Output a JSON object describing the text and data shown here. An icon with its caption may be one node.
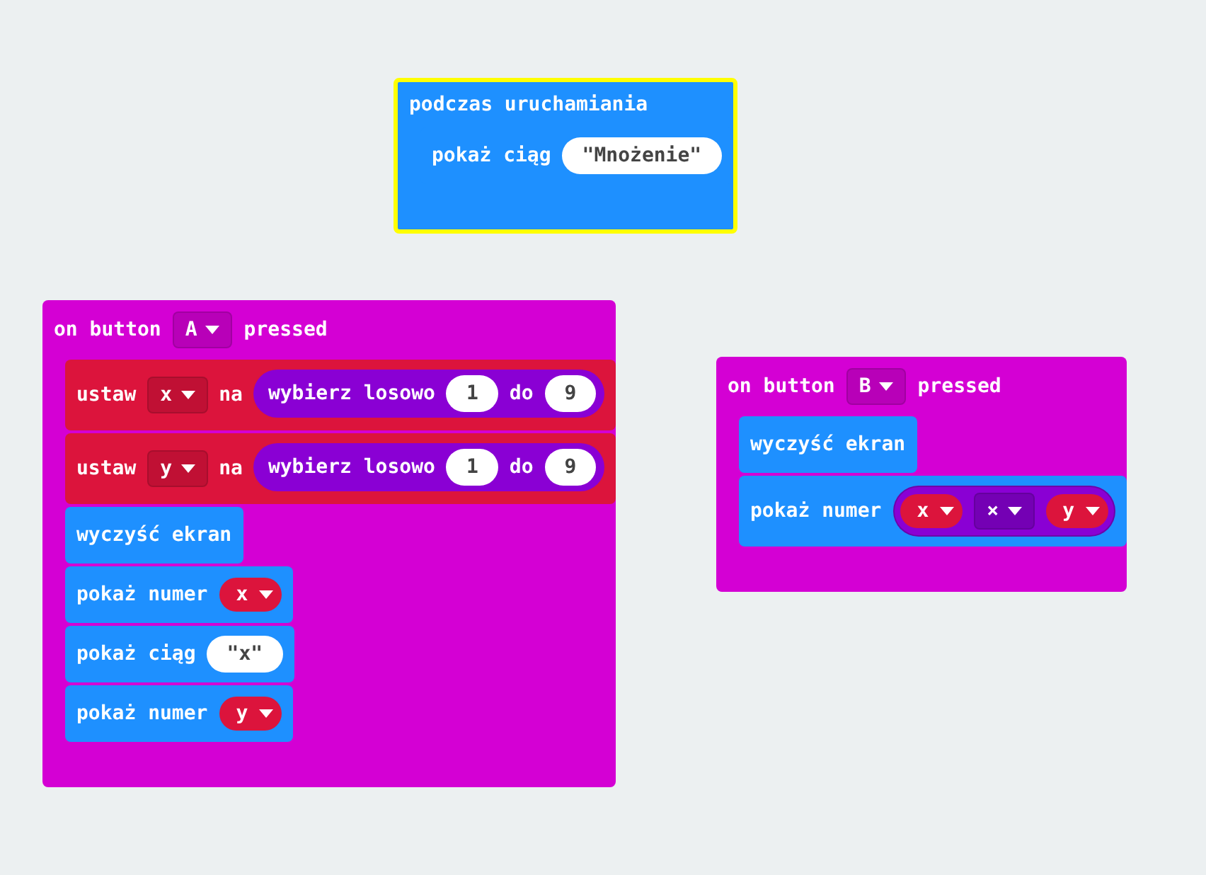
{
  "diagram": {
    "nodes": [
      {
        "text": [
          "podczas uruchamiania"
        ]
      },
      {
        "text": [
          "pokaż ciąg"
        ],
        "in": 0
      },
      {
        "text": [
          "\"Mnożenie\""
        ],
        "in": 1
      },
      {
        "text": [
          "on button",
          "pressed"
        ]
      },
      {
        "text": [
          "A"
        ],
        "in": 3
      },
      {
        "text": [
          "ustaw",
          "na"
        ],
        "in": 3
      },
      {
        "text": [
          "x"
        ],
        "in": 5
      },
      {
        "text": [
          "wybierz losowo",
          "do"
        ],
        "in": 5
      },
      {
        "text": [
          "1"
        ],
        "in": 7
      },
      {
        "text": [
          "9"
        ],
        "in": 7
      },
      {
        "text": [
          "ustaw",
          "na"
        ],
        "in": 3
      },
      {
        "text": [
          "y"
        ],
        "in": 10
      },
      {
        "text": [
          "wybierz losowo",
          "do"
        ],
        "in": 10
      },
      {
        "text": [
          "1"
        ],
        "in": 12
      },
      {
        "text": [
          "9"
        ],
        "in": 12
      },
      {
        "text": [
          "wyczyść ekran"
        ],
        "in": 3
      },
      {
        "text": [
          "pokaż numer"
        ],
        "in": 3
      },
      {
        "text": [
          "x"
        ],
        "in": 16
      },
      {
        "text": [
          "pokaż ciąg"
        ],
        "in": 3
      },
      {
        "text": [
          "\"x\""
        ],
        "in": 18
      },
      {
        "text": [
          "pokaż numer"
        ],
        "in": 3
      },
      {
        "text": [
          "y"
        ],
        "in": 20
      },
      {
        "text": [
          "on button",
          "pressed"
        ]
      },
      {
        "text": [
          "B"
        ],
        "in": 22
      },
      {
        "text": [
          "wyczyść ekran"
        ],
        "in": 22
      },
      {
        "text": [
          "pokaż numer"
        ],
        "in": 22
      },
      {
        "text": [],
        "shape": "box",
        "in": 25
      },
      {
        "text": [
          "x"
        ],
        "in": 26
      },
      {
        "text": [
          "×"
        ],
        "in": 26
      },
      {
        "text": [
          "y"
        ],
        "in": 26
      }
    ]
  }
}
